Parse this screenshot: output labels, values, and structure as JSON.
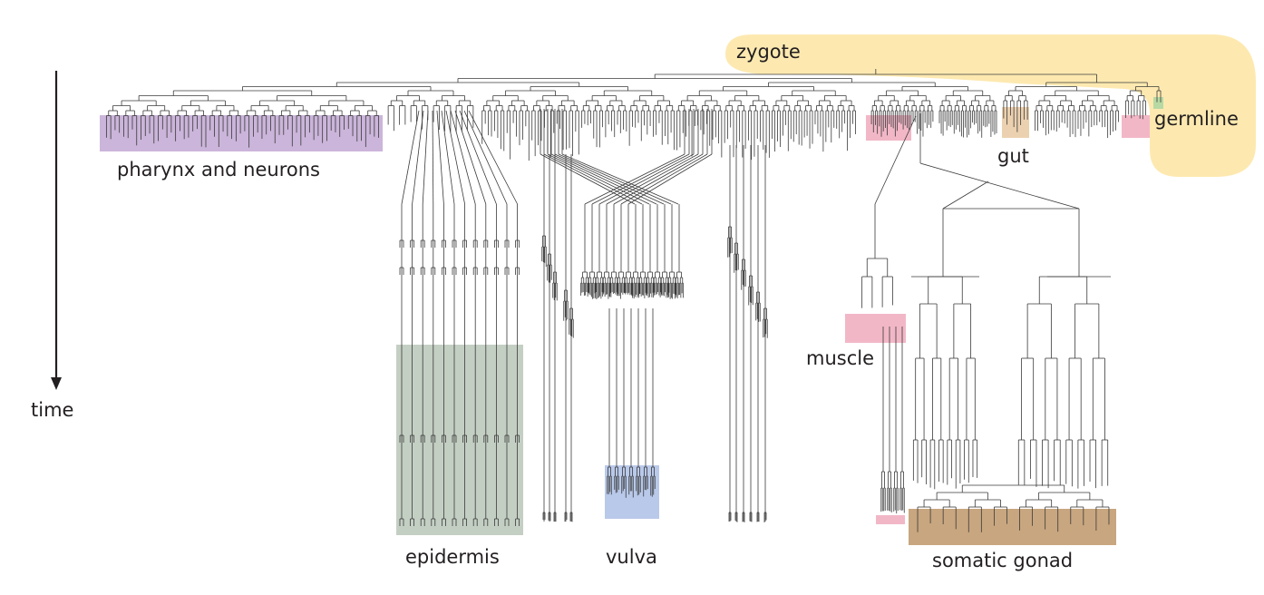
{
  "labels": {
    "zygote": "zygote",
    "pharynx_neurons": "pharynx and neurons",
    "gut": "gut",
    "germline": "germline",
    "muscle": "muscle",
    "epidermis": "epidermis",
    "vulva": "vulva",
    "somatic_gonad": "somatic gonad",
    "time": "time"
  },
  "colors": {
    "zygote": "#fde9b0",
    "pharynx_neurons": "#cbb5da",
    "epidermis": "#c4cfc3",
    "vulva": "#b9c9ea",
    "muscle": "#f2b7c7",
    "gut": "#ecd1b0",
    "germline": "#b7d9a3",
    "somatic_gonad": "#c8a67f",
    "lineage": "#3a3a3a"
  }
}
